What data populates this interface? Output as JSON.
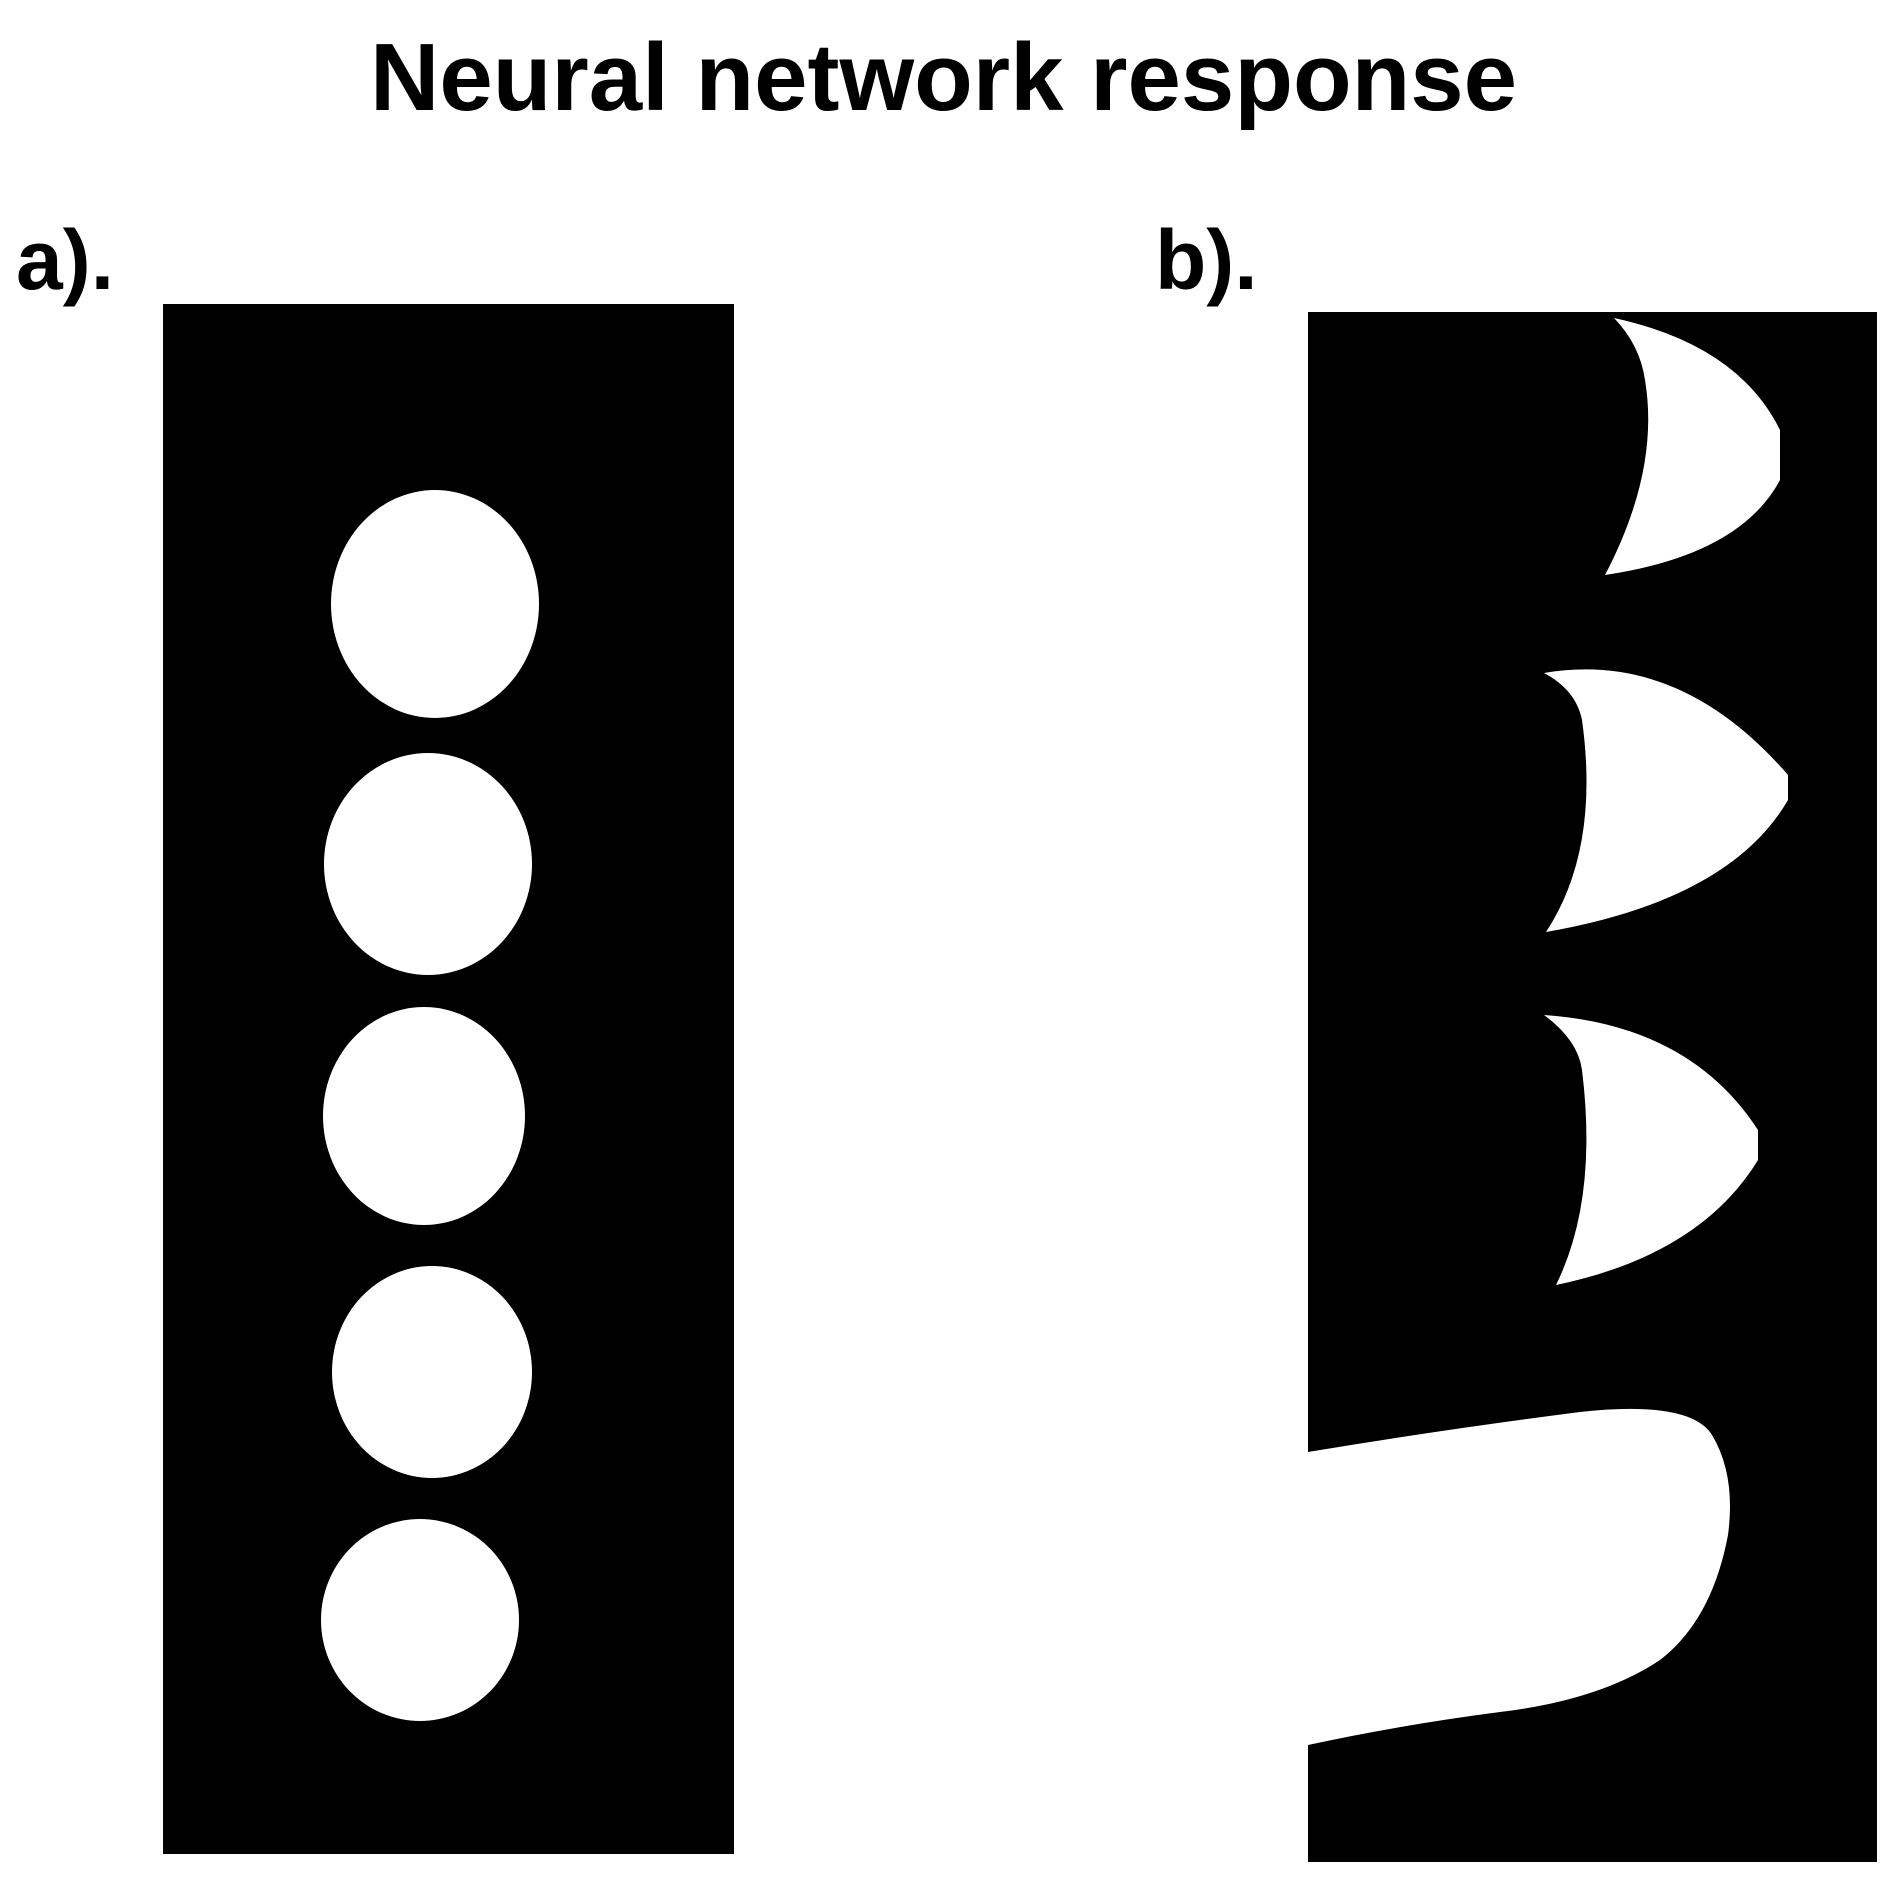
{
  "figure": {
    "title": "Neural network response",
    "panels": [
      {
        "label": "a).",
        "description_shapes": "five white circles"
      },
      {
        "label": "b).",
        "description_shapes": "three white crescents and a large white finger shape"
      }
    ],
    "colors": {
      "background": "#ffffff",
      "panel_fill": "#000000",
      "shape_fill": "#ffffff"
    }
  }
}
